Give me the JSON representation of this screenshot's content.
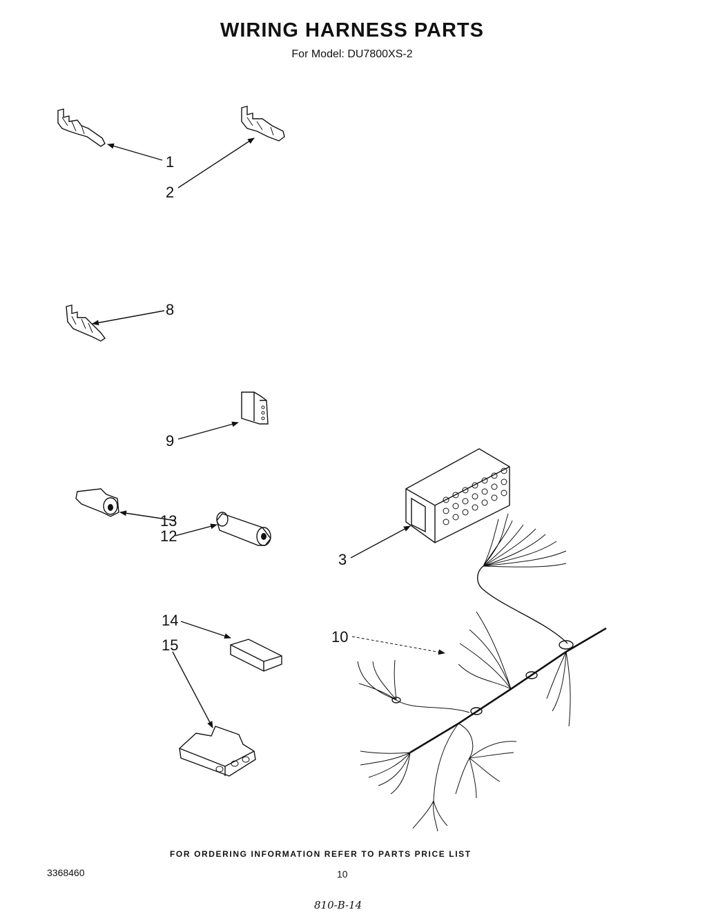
{
  "header": {
    "title": "WIRING HARNESS PARTS",
    "subtitle": "For Model: DU7800XS-2"
  },
  "callouts": [
    "1",
    "2",
    "8",
    "9",
    "13",
    "12",
    "3",
    "14",
    "15",
    "10"
  ],
  "footer": {
    "ordering_note": "FOR ORDERING INFORMATION REFER TO PARTS PRICE LIST",
    "document_number": "3368460",
    "page_number": "10",
    "handwritten_note": "810-B-14"
  }
}
